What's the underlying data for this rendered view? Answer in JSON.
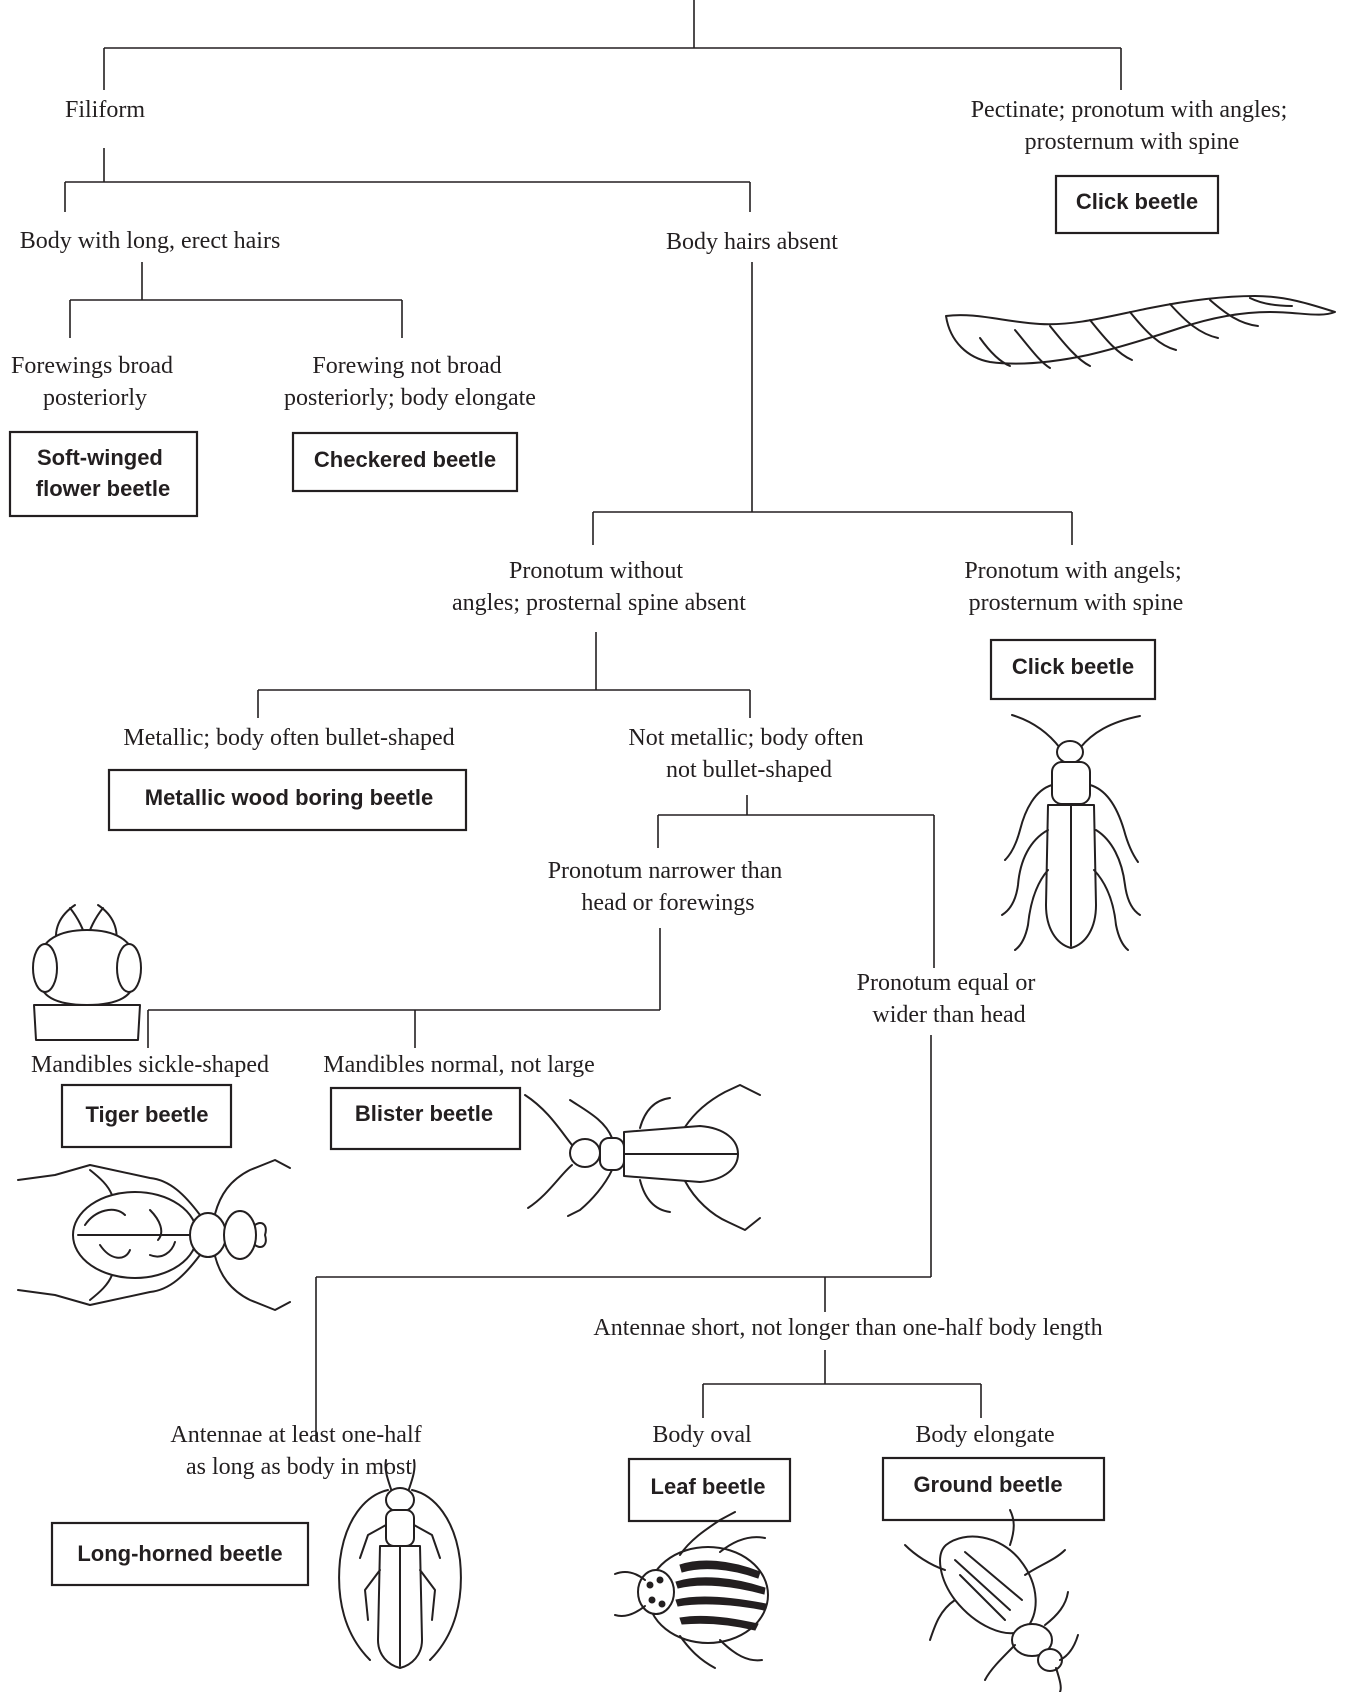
{
  "nodes": {
    "filiform": [
      "Filiform"
    ],
    "pectinate": [
      "Pectinate; pronotum with angles;",
      "prosternum with spine"
    ],
    "long_hairs": [
      "Body with long, erect hairs"
    ],
    "hairs_absent": [
      "Body hairs absent"
    ],
    "forewings_broad": [
      "Forewings broad",
      "posteriorly"
    ],
    "forewing_not_broad": [
      "Forewing not broad",
      "posteriorly; body elongate"
    ],
    "pronotum_without": [
      "Pronotum without",
      "angles; prosternal spine absent"
    ],
    "pronotum_with": [
      "Pronotum with angels;",
      "prosternum with spine"
    ],
    "metallic": [
      "Metallic; body often bullet-shaped"
    ],
    "not_metallic": [
      "Not metallic; body often",
      "not bullet-shaped"
    ],
    "pronotum_narrower": [
      "Pronotum narrower than",
      "head or forewings"
    ],
    "pronotum_equal": [
      "Pronotum equal or",
      "wider than head"
    ],
    "mandibles_sickle": [
      "Mandibles sickle-shaped"
    ],
    "mandibles_normal": [
      "Mandibles normal, not large"
    ],
    "antennae_short": [
      "Antennae short, not longer than one-half body length"
    ],
    "antennae_long": [
      "Antennae at least one-half",
      "as long as body in most"
    ],
    "body_oval": [
      "Body oval"
    ],
    "body_elongate": [
      "Body elongate"
    ]
  },
  "results": {
    "click_beetle_top": [
      "Click beetle"
    ],
    "soft_winged": [
      "Soft-winged",
      "flower beetle"
    ],
    "checkered": [
      "Checkered beetle"
    ],
    "click_beetle": [
      "Click beetle"
    ],
    "metallic_wood": [
      "Metallic wood boring beetle"
    ],
    "tiger": [
      "Tiger beetle"
    ],
    "blister": [
      "Blister beetle"
    ],
    "long_horned": [
      "Long-horned beetle"
    ],
    "leaf": [
      "Leaf beetle"
    ],
    "ground": [
      "Ground beetle"
    ]
  },
  "illustrations": [
    "pectinate-antenna-illustration",
    "click-beetle-illustration",
    "tiger-beetle-head-illustration",
    "tiger-beetle-illustration",
    "blister-beetle-illustration",
    "long-horned-beetle-illustration",
    "leaf-beetle-illustration",
    "ground-beetle-illustration"
  ]
}
